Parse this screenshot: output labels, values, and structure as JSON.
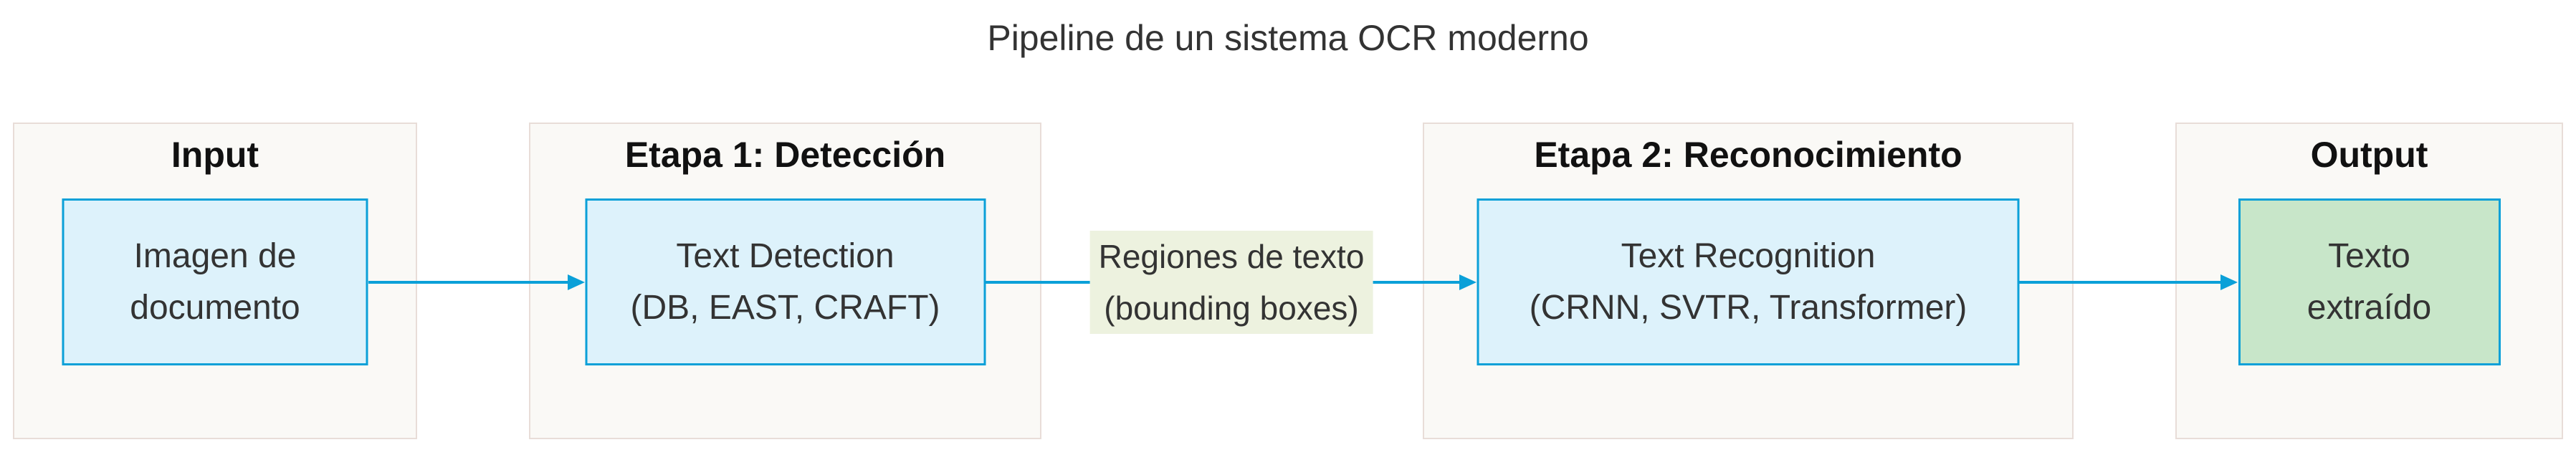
{
  "title": "Pipeline de un sistema OCR moderno",
  "clusters": [
    {
      "label": "Input",
      "node": {
        "lines": [
          "Imagen de",
          "documento"
        ],
        "fill": "#ddf2fb"
      }
    },
    {
      "label": "Etapa 1: Detección",
      "node": {
        "lines": [
          "Text Detection",
          "(DB, EAST, CRAFT)"
        ],
        "fill": "#ddf2fb"
      }
    },
    {
      "label": "Etapa 2: Reconocimiento",
      "node": {
        "lines": [
          "Text Recognition",
          "(CRNN, SVTR, Transformer)"
        ],
        "fill": "#ddf2fb"
      }
    },
    {
      "label": "Output",
      "node": {
        "lines": [
          "Texto",
          "extraído"
        ],
        "fill": "#c8e6c9"
      }
    }
  ],
  "edge_label": {
    "lines": [
      "Regiones de texto",
      "(bounding boxes)"
    ]
  },
  "colors": {
    "accent_blue": "#0ba0d8",
    "node_fill_blue": "#ddf2fb",
    "node_fill_green": "#c8e6c9",
    "cluster_fill": "#faf9f6",
    "cluster_border": "#e8ddd8",
    "edge_label_bg": "#edf2df",
    "text": "#333333"
  }
}
